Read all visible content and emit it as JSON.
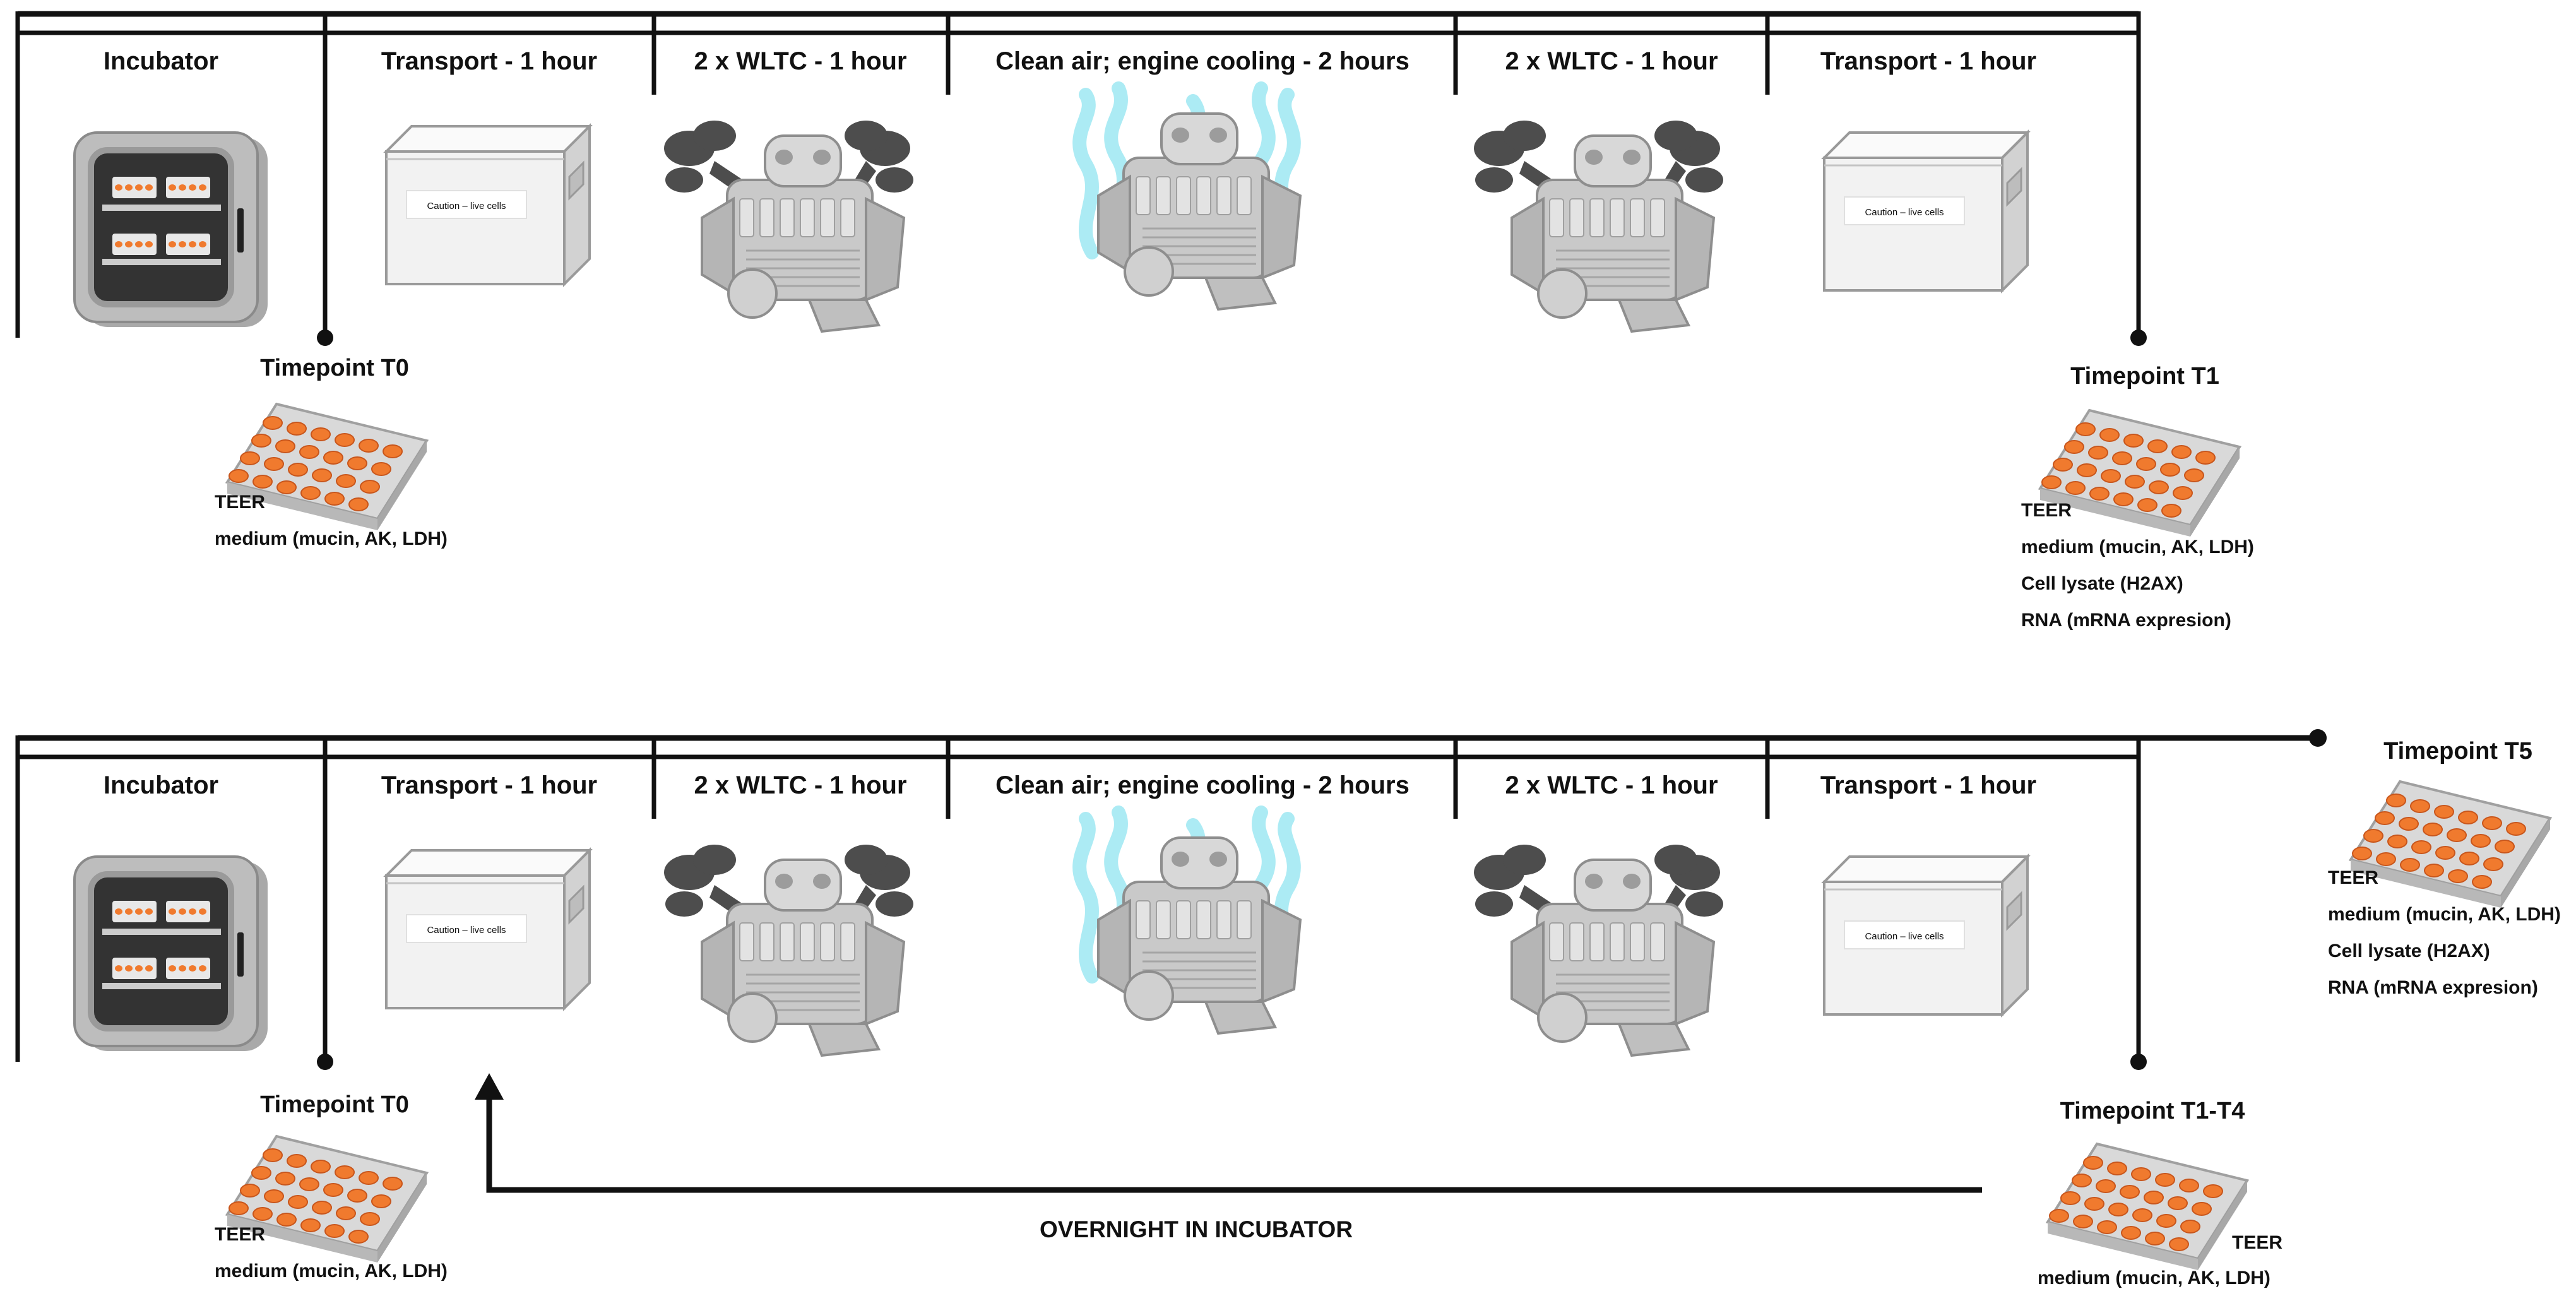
{
  "colors": {
    "line": "#111111",
    "box_fill": "#f2f2f2",
    "box_edge": "#9a9a9a",
    "engine": "#c9c9c9",
    "engine_dark": "#8e8e8e",
    "exhaust": "#4d4d4d",
    "cooling": "#7fe0ee",
    "plate": "#d9d9d9",
    "well": "#f07a2e",
    "well_rim": "#c8561c",
    "incubator": "#bdbdbd"
  },
  "panels": [
    {
      "id": "top",
      "stages": [
        {
          "label": "Incubator",
          "icon": "incubator-icon"
        },
        {
          "label": "Transport - 1 hour",
          "icon": "transport-box-icon",
          "caution": "Caution – live cells"
        },
        {
          "label": "2 x WLTC - 1 hour",
          "icon": "engine-exhaust-icon"
        },
        {
          "label": "Clean air; engine cooling - 2 hours",
          "icon": "engine-cooling-icon"
        },
        {
          "label": "2 x WLTC - 1 hour",
          "icon": "engine-exhaust-icon"
        },
        {
          "label": "Transport - 1 hour",
          "icon": "transport-box-icon",
          "caution": "Caution – live cells"
        }
      ],
      "timepoints": [
        {
          "title": "Timepoint T0",
          "icon": "well-plate-icon",
          "items": [
            "TEER",
            "medium (mucin, AK, LDH)"
          ]
        },
        {
          "title": "Timepoint T1",
          "icon": "well-plate-icon",
          "items": [
            "TEER",
            "medium (mucin, AK, LDH)",
            "Cell lysate (H2AX)",
            "RNA (mRNA expresion)"
          ]
        }
      ]
    },
    {
      "id": "bottom",
      "stages": [
        {
          "label": "Incubator",
          "icon": "incubator-icon"
        },
        {
          "label": "Transport - 1 hour",
          "icon": "transport-box-icon",
          "caution": "Caution – live cells"
        },
        {
          "label": "2 x WLTC - 1 hour",
          "icon": "engine-exhaust-icon"
        },
        {
          "label": "Clean air; engine cooling - 2 hours",
          "icon": "engine-cooling-icon"
        },
        {
          "label": "2 x WLTC - 1 hour",
          "icon": "engine-exhaust-icon"
        },
        {
          "label": "Transport - 1 hour",
          "icon": "transport-box-icon",
          "caution": "Caution – live cells"
        }
      ],
      "timepoints": [
        {
          "title": "Timepoint T0",
          "icon": "well-plate-icon",
          "items": [
            "TEER",
            "medium (mucin, AK, LDH)"
          ]
        },
        {
          "title": "Timepoint T1-T4",
          "icon": "well-plate-icon",
          "items": [
            "TEER",
            "medium (mucin, AK, LDH)"
          ]
        },
        {
          "title": "Timepoint T5",
          "icon": "well-plate-icon",
          "items": [
            "TEER",
            "medium (mucin, AK, LDH)",
            "Cell lysate (H2AX)",
            "RNA (mRNA expresion)"
          ]
        }
      ],
      "loop_label": "OVERNIGHT IN INCUBATOR"
    }
  ]
}
